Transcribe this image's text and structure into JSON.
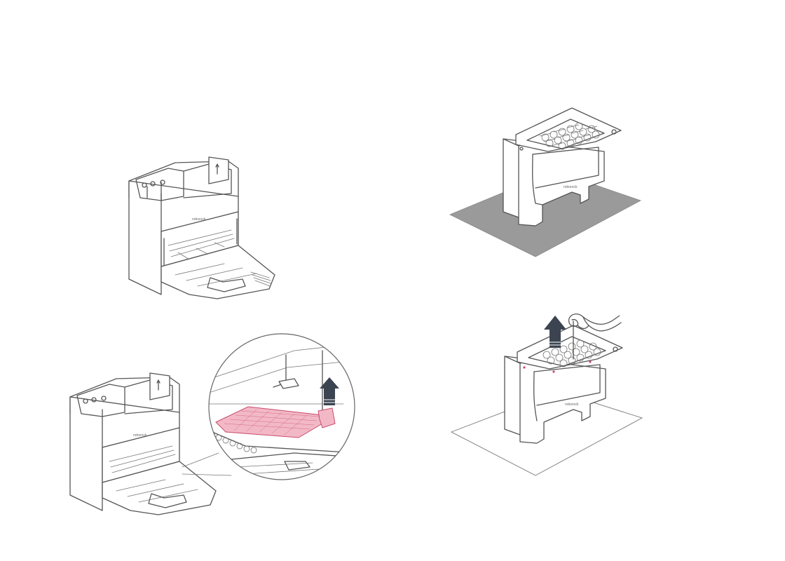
{
  "figure": {
    "panels": [
      {
        "id": "dock-overview",
        "shows": "cleaning dock"
      },
      {
        "id": "dock-filter-removal",
        "shows": "cleaning dock with magnified view of tray filter being lifted"
      },
      {
        "id": "dock-on-mat",
        "shows": "cleaning dock base placed on mat"
      },
      {
        "id": "tray-filter-pull",
        "shows": "hand pulling up tray filter"
      }
    ],
    "colors": {
      "line": "#555555",
      "highlight_fill": "#f2b8c6",
      "highlight_stroke": "#c94b6c",
      "arrow": "#3d4451",
      "mat_gray": "#9a9a9a"
    },
    "brand_mark": "roborock"
  }
}
